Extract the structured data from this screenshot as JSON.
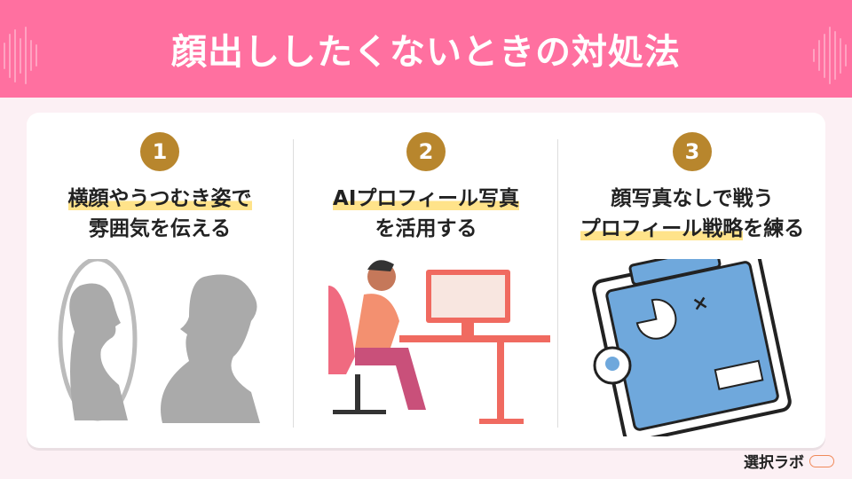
{
  "header": {
    "title": "顔出ししたくないときの対処法",
    "color": "#ff70a0"
  },
  "steps": [
    {
      "number": "1",
      "line1_pre": "",
      "line1_hl": "横顔やうつむき姿で",
      "line2_pre": "",
      "line2_hl": "",
      "line2": "雰囲気を伝える",
      "illustration": "silhouette-profiles"
    },
    {
      "number": "2",
      "line1_hl": "AIプロフィール写真",
      "line2": "を活用する",
      "illustration": "person-at-computer"
    },
    {
      "number": "3",
      "line1": "顔写真なしで戦う",
      "line2_hl": "プロフィール戦略",
      "line2": "を練る",
      "illustration": "strategy-clipboard"
    }
  ],
  "accent": "#b8862d",
  "highlight": "#ffe38a",
  "logo": {
    "text": "選択ラボ"
  }
}
